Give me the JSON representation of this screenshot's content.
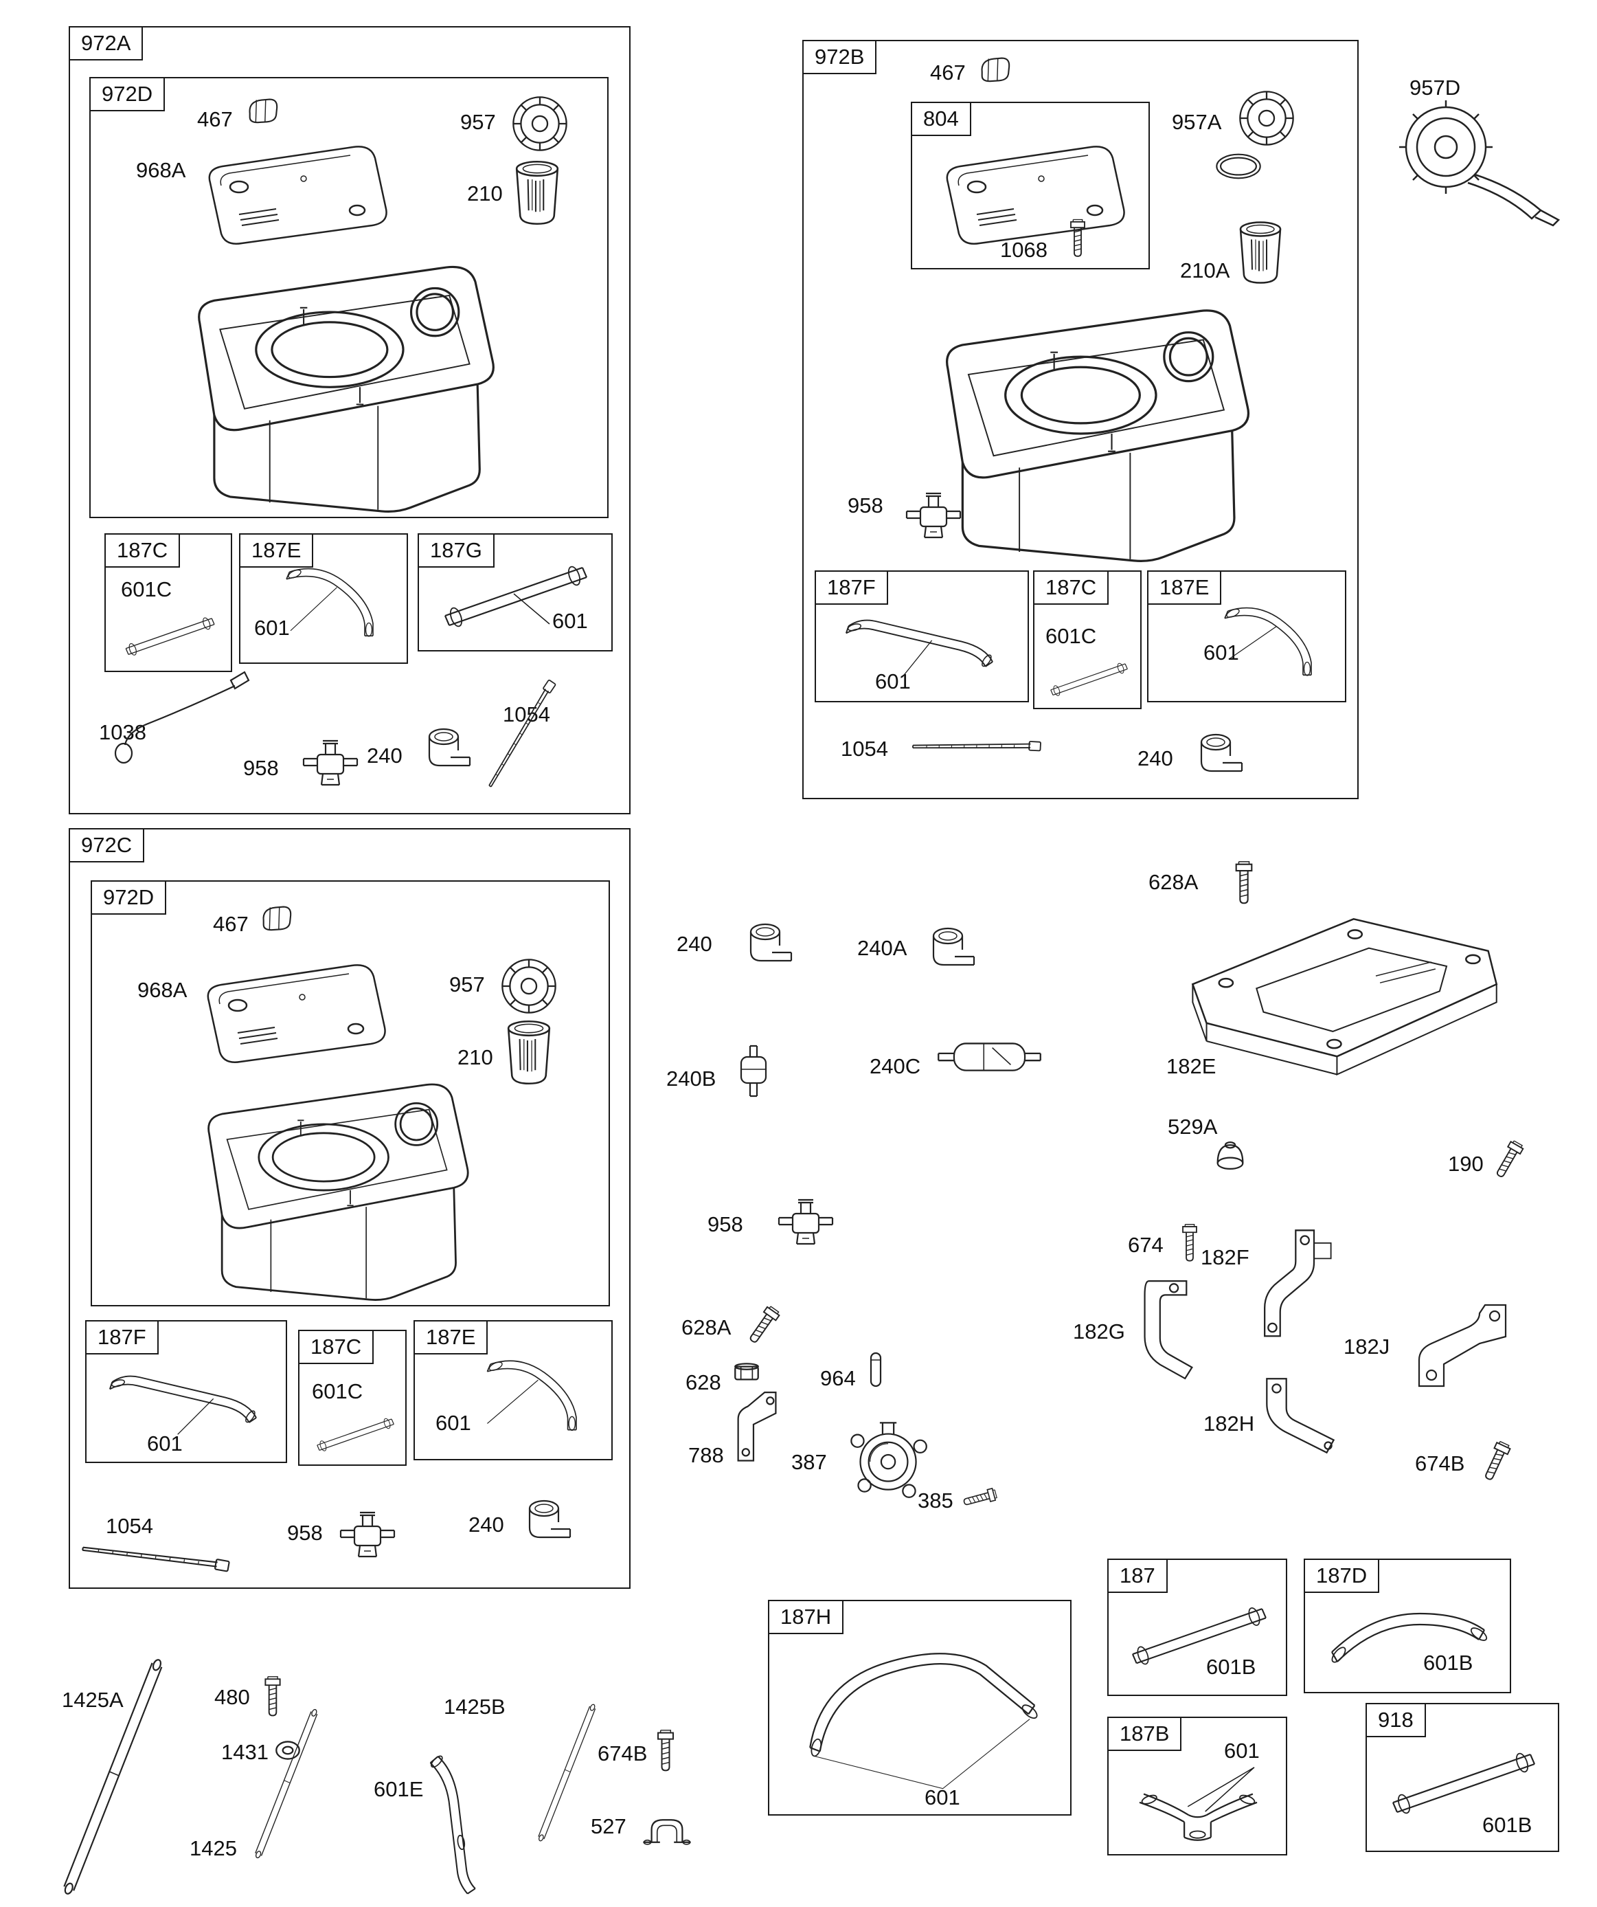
{
  "page": {
    "bg": "#ffffff",
    "ink": "#222222"
  },
  "groups": {
    "g972A": {
      "title": "972A",
      "inner": {
        "title": "972D",
        "n467": "467",
        "n957": "957",
        "n968A": "968A",
        "n210": "210"
      },
      "b187C": {
        "title": "187C",
        "n601C": "601C"
      },
      "b187E": {
        "title": "187E",
        "n601": "601"
      },
      "b187G": {
        "title": "187G",
        "n601": "601"
      },
      "n1038": "1038",
      "n958": "958",
      "n240": "240",
      "n1054": "1054"
    },
    "g972B": {
      "title": "972B",
      "n467": "467",
      "b804": {
        "title": "804"
      },
      "n957A": "957A",
      "n1068": "1068",
      "n210A": "210A",
      "n958": "958",
      "b187F": {
        "title": "187F",
        "n601": "601"
      },
      "b187C": {
        "title": "187C",
        "n601C": "601C"
      },
      "b187E": {
        "title": "187E",
        "n601": "601"
      },
      "n1054": "1054",
      "n240": "240"
    },
    "g972C": {
      "title": "972C",
      "inner": {
        "title": "972D",
        "n467": "467",
        "n957": "957",
        "n968A": "968A",
        "n210": "210"
      },
      "b187F": {
        "title": "187F",
        "n601": "601"
      },
      "b187C": {
        "title": "187C",
        "n601C": "601C"
      },
      "b187E": {
        "title": "187E",
        "n601": "601"
      },
      "n1054": "1054",
      "n958": "958",
      "n240": "240"
    }
  },
  "parts": {
    "n957D": "957D",
    "n240": "240",
    "n240A": "240A",
    "n240B": "240B",
    "n240C": "240C",
    "n958": "958",
    "n628A_c": "628A",
    "n628": "628",
    "n964": "964",
    "n788": "788",
    "n387": "387",
    "n385": "385",
    "n628A_r": "628A",
    "n182E": "182E",
    "n529A": "529A",
    "n190": "190",
    "n674": "674",
    "n182F": "182F",
    "n182G": "182G",
    "n182J": "182J",
    "n182H": "182H",
    "n674B_r": "674B",
    "n1425A": "1425A",
    "n480": "480",
    "n1431": "1431",
    "n1425": "1425",
    "n601E": "601E",
    "n1425B": "1425B",
    "n674B_b": "674B",
    "n527": "527"
  },
  "boxes": {
    "b187H": {
      "title": "187H",
      "n601": "601"
    },
    "b187": {
      "title": "187",
      "n601B": "601B"
    },
    "b187D": {
      "title": "187D",
      "n601B": "601B"
    },
    "b187B": {
      "title": "187B",
      "n601": "601"
    },
    "b918": {
      "title": "918",
      "n601B": "601B"
    }
  }
}
